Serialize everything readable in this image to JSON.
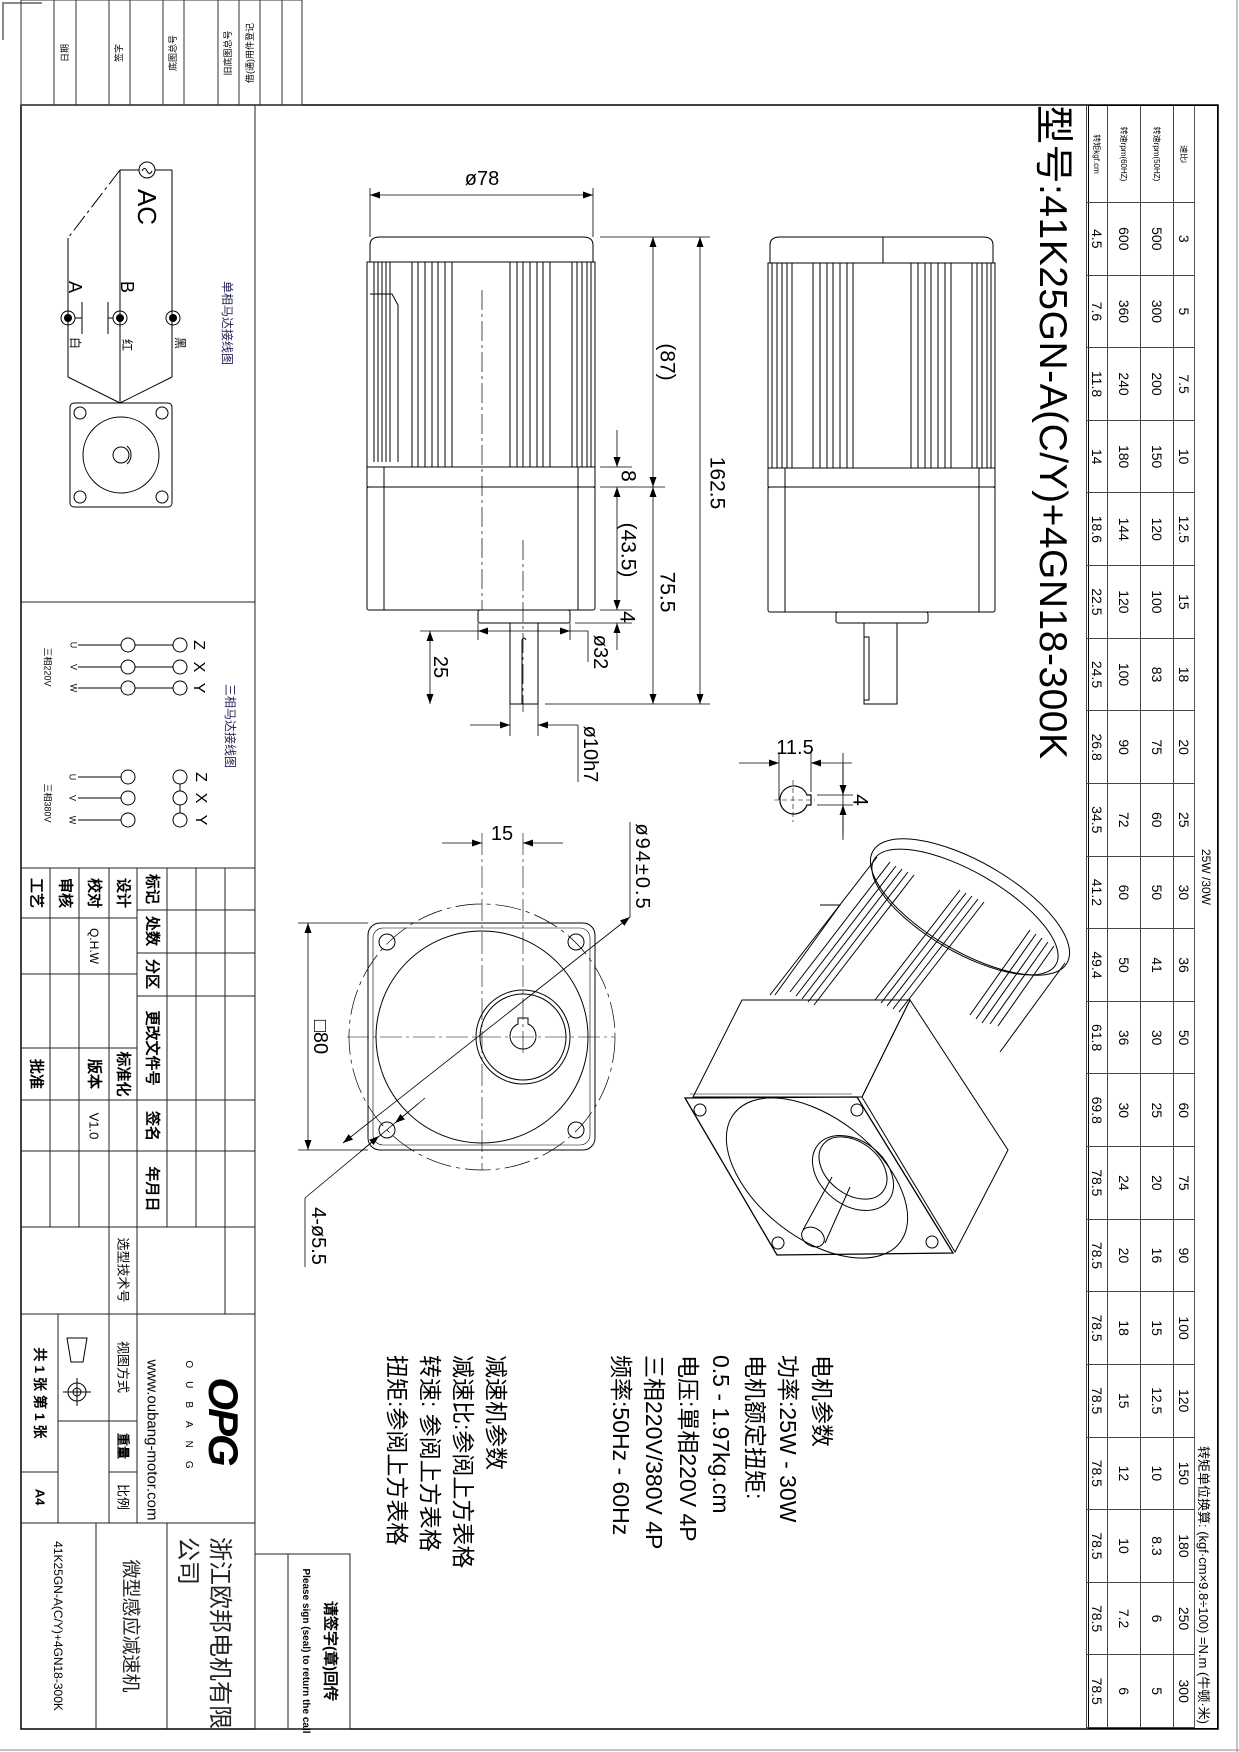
{
  "title": "型号:41K25GN-A(C/Y)+4GN18-300K",
  "spec_table": {
    "power_label": "25W /30W",
    "conversion_note": "转矩单位换算: (kgf·cm×9.8÷100) =N.m (牛顿·米)",
    "row_labels": [
      "速比i",
      "转速rpm(50HZ)",
      "转速rpm(60HZ)",
      "转矩kgf.cm"
    ],
    "ratio": [
      "3",
      "5",
      "7.5",
      "10",
      "12.5",
      "15",
      "18",
      "20",
      "25",
      "30",
      "36",
      "50",
      "60",
      "75",
      "90",
      "100",
      "120",
      "150",
      "180",
      "250",
      "300"
    ],
    "rpm_50hz": [
      "500",
      "300",
      "200",
      "150",
      "120",
      "100",
      "83",
      "75",
      "60",
      "50",
      "41",
      "30",
      "25",
      "20",
      "16",
      "15",
      "12.5",
      "10",
      "8.3",
      "6",
      "5"
    ],
    "rpm_60hz": [
      "600",
      "360",
      "240",
      "180",
      "144",
      "120",
      "100",
      "90",
      "72",
      "60",
      "50",
      "36",
      "30",
      "24",
      "20",
      "18",
      "15",
      "12",
      "10",
      "7.2",
      "6"
    ],
    "torque_kgf_cm": [
      "4.5",
      "7.6",
      "11.8",
      "14",
      "18.6",
      "22.5",
      "24.5",
      "26.8",
      "34.5",
      "41.2",
      "49.4",
      "61.8",
      "69.8",
      "78.5",
      "78.5",
      "78.5",
      "78.5",
      "78.5",
      "78.5",
      "78.5",
      "78.5"
    ]
  },
  "motor_params": {
    "heading": "电机参数",
    "lines": [
      "功率:25W - 30W",
      "电机额定扭矩:",
      "0.5 - 1.97kg.cm",
      "电压:單相220V 4P",
      "三相220V/380V 4P",
      "频率:50Hz - 60Hz"
    ]
  },
  "reducer_params": {
    "heading": "减速机参数",
    "lines": [
      "减速比:参阅上方表格",
      "转速: 参阅上方表格",
      "扭矩:参阅上方表格"
    ]
  },
  "dimensions": {
    "motor_diameter": "ø78",
    "motor_length": "(87)",
    "total_length": "162.5",
    "flange_thickness": "8",
    "gearbox_length": "(43.5)",
    "gearbox_total": "75.5",
    "boss_height": "4",
    "shaft_length": "25",
    "boss_diameter": "ø32",
    "shaft_diameter": "ø10h7",
    "key_depth": "11.5",
    "key_width": "4",
    "shaft_offset": "15",
    "flange_square": "□80",
    "pitch_circle": "ø94±0.5",
    "mount_holes": "4-ø5.5"
  },
  "wiring": {
    "single_phase_title": "单相马达接线图",
    "ac": "AC",
    "terminal_a": "A",
    "terminal_b": "B",
    "wire_white": "白",
    "wire_red": "红",
    "wire_black": "黑",
    "three_phase_title": "三相马达接线图",
    "label_220": "三相220V",
    "label_380": "三相380V",
    "uvw": [
      "U",
      "V",
      "W"
    ],
    "zxy": [
      "Z",
      "X",
      "Y"
    ]
  },
  "title_block": {
    "mark": "标记",
    "count": "处数",
    "zone": "分区",
    "change_doc": "更改文件号",
    "signature": "签名",
    "date": "年月日",
    "design": "设计",
    "check": "校对",
    "review": "审核",
    "process": "工艺",
    "approve": "批准",
    "version_label": "版本",
    "standardize": "标准化",
    "checker_name": "Q.H.W",
    "version": "V1.0",
    "selection_code": "选型技术号",
    "view_method": "视图方式",
    "weight": "重量",
    "scale": "比例",
    "sheets": "共 1 张 第 1 张",
    "paper": "A4",
    "logo": "OPG",
    "brand": "OUBANG",
    "website": "www.oubang-motor.com",
    "company": "浙江欧邦电机有限公司",
    "product": "微型感应减速机",
    "model": "41K25GN-A(C/Y)+4GN18-300K",
    "sign_cn": "请签字(章)回传",
    "sign_en": "Please sign (seal) to return the call"
  },
  "binding_strip": [
    "日期",
    "签字",
    "底图总号",
    "旧底图总号",
    "借(通)用件登记"
  ]
}
